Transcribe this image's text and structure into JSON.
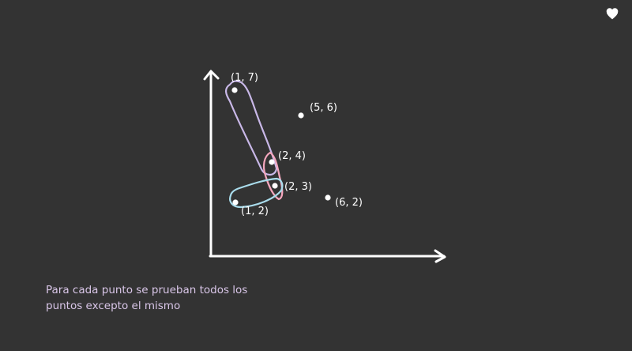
{
  "chart_data": {
    "type": "scatter",
    "points": [
      {
        "x": 1,
        "y": 7,
        "label": "(1, 7)"
      },
      {
        "x": 5,
        "y": 6,
        "label": "(5, 6)"
      },
      {
        "x": 2,
        "y": 4,
        "label": "(2, 4)"
      },
      {
        "x": 2,
        "y": 3,
        "label": "(2, 3)"
      },
      {
        "x": 6,
        "y": 2,
        "label": "(6, 2)"
      },
      {
        "x": 1,
        "y": 2,
        "label": "(1, 2)"
      }
    ],
    "groupings": [
      {
        "color": "#c9b8e8",
        "points": [
          "(1, 7)",
          "(2, 4)"
        ]
      },
      {
        "color": "#f4a6bd",
        "points": [
          "(2, 4)",
          "(2, 3)"
        ]
      },
      {
        "color": "#a9dcec",
        "points": [
          "(2, 3)",
          "(1, 2)"
        ]
      }
    ],
    "axis_color": "#ffffff",
    "point_color": "#ffffff"
  },
  "caption": {
    "line1": "Para cada punto se prueban todos los",
    "line2": "puntos excepto el mismo"
  },
  "icons": {
    "corner": "heart-icon"
  }
}
